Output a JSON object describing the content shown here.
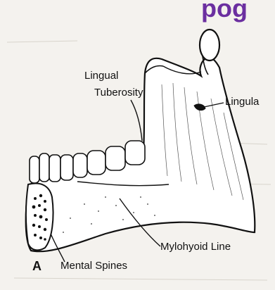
{
  "title_fragment": "pog",
  "figure_letter": "A",
  "labels": {
    "lingual": "Lingual",
    "tuberosity": "Tuberosity",
    "lingula": "Lingula",
    "mylohyoid_line": "Mylohyoid Line",
    "mental_spines": "Mental Spines"
  },
  "colors": {
    "title": "#6b2fa0",
    "ink": "#111111",
    "bone": "#ffffff",
    "page": "#f4f2ee"
  }
}
